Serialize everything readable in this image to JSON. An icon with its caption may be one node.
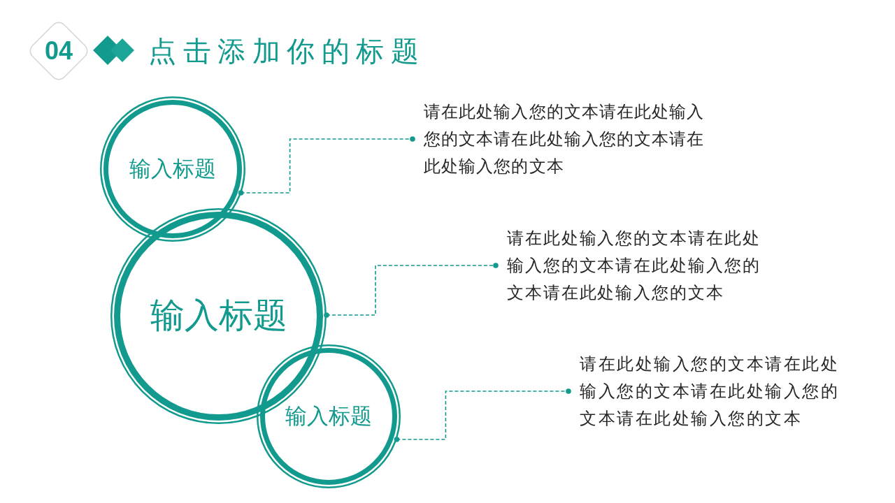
{
  "diagram": {
    "title": "点击添加你的标题",
    "nodes": [
      {
        "text": [
          "04"
        ]
      },
      {
        "text": [
          "输入标题"
        ]
      },
      {
        "text": [
          "请在此处输入您的文本请在此处输入您的文本请在此处输入您的文本请在此处输入您的文本"
        ]
      },
      {
        "text": [
          "输入标题"
        ]
      },
      {
        "text": [
          "请在此处输入您的文本请在此处输入您的文本请在此处输入您的文本请在此处输入您的文本"
        ]
      },
      {
        "text": [
          "输入标题"
        ]
      },
      {
        "text": [
          "请在此处输入您的文本请在此处输入您的文本请在此处输入您的文本请在此处输入您的文本"
        ]
      }
    ],
    "edges": [
      {
        "from": 1,
        "to": 2,
        "arrow": "other",
        "style": "dashed"
      },
      {
        "from": 3,
        "to": 4,
        "arrow": "other",
        "style": "dashed"
      },
      {
        "from": 5,
        "to": 6,
        "arrow": "other",
        "style": "dashed"
      }
    ]
  }
}
